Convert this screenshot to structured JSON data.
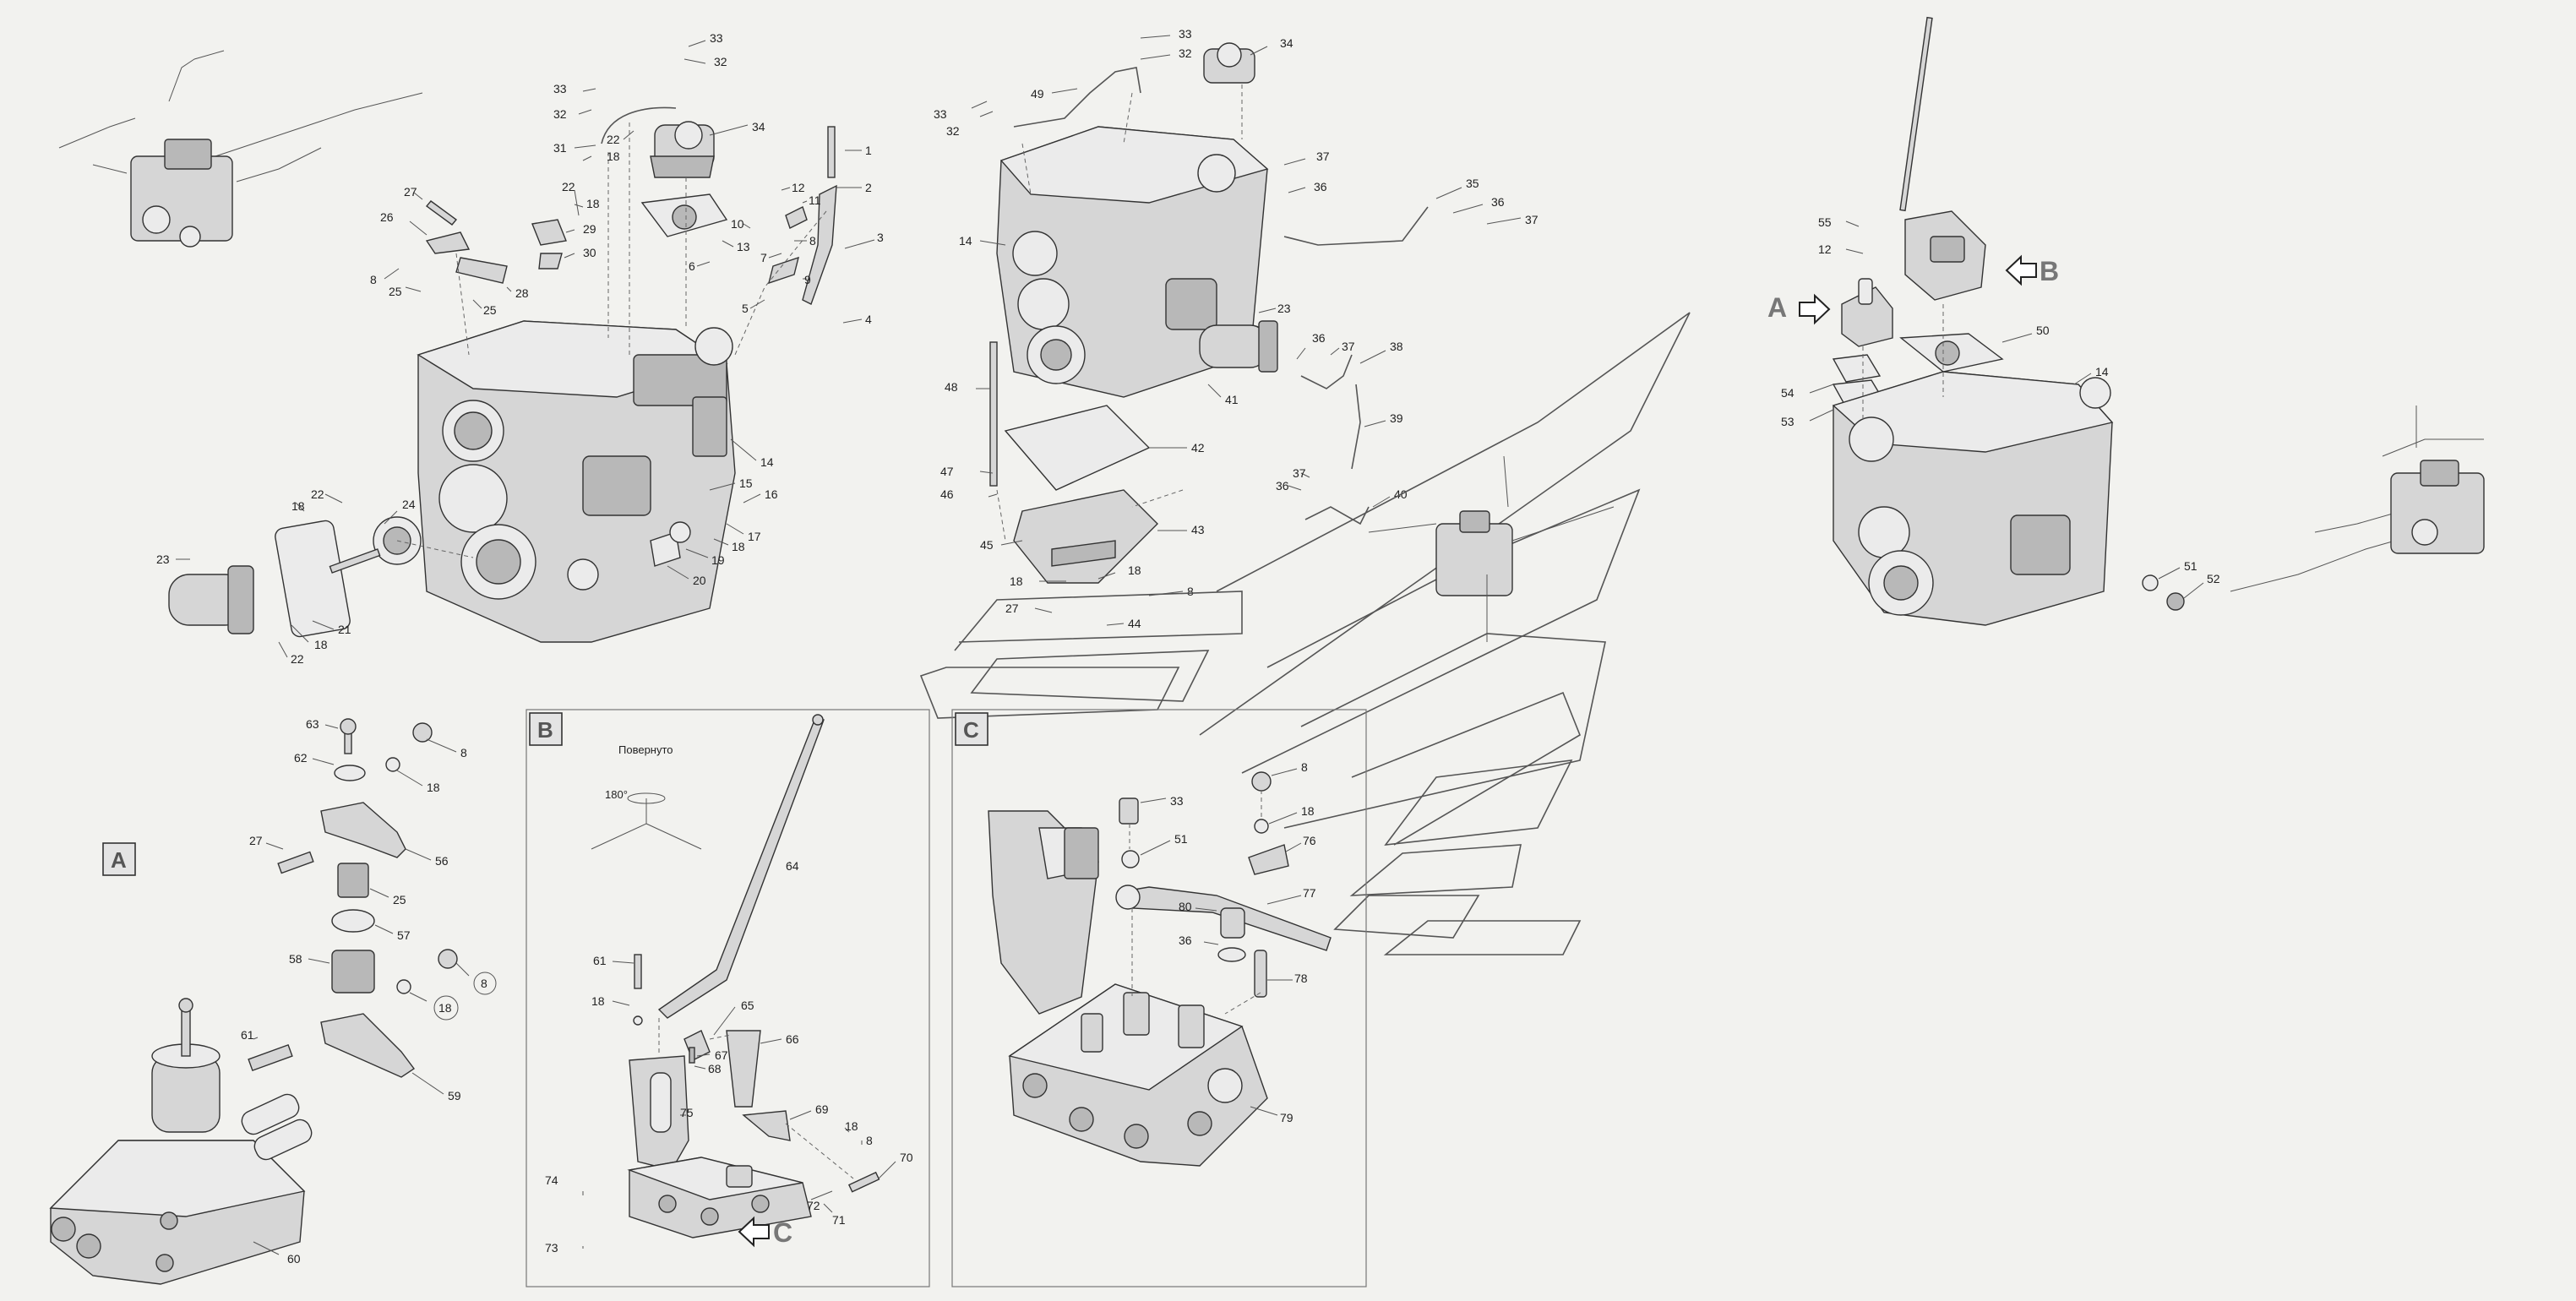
{
  "section_tags": {
    "a": "A",
    "b": "B",
    "c": "C"
  },
  "callouts": {
    "a": "A",
    "b": "B",
    "c": "C"
  },
  "rotation_note": {
    "label": "Повернуто",
    "angle": "180°"
  },
  "labels": {
    "p1": {
      "n1": "1",
      "n2": "2",
      "n3": "3",
      "n4": "4",
      "n5": "5",
      "n6": "6",
      "n7": "7",
      "n8": "8",
      "n8b": "8",
      "n9": "9",
      "n10": "10",
      "n11": "11",
      "n12": "12",
      "n13": "13",
      "n14": "14",
      "n15": "15",
      "n16": "16",
      "n17": "17",
      "n18a": "18",
      "n18b": "18",
      "n18c": "18",
      "n18d": "18",
      "n18e": "18",
      "n19": "19",
      "n20": "20",
      "n21": "21",
      "n22a": "22",
      "n22b": "22",
      "n22c": "22",
      "n22d": "22",
      "n23": "23",
      "n24": "24",
      "n25a": "25",
      "n25b": "25",
      "n26": "26",
      "n27": "27",
      "n28": "28",
      "n29": "29",
      "n30": "30",
      "n31": "31",
      "n32a": "32",
      "n32b": "32",
      "n33a": "33",
      "n33b": "33",
      "n34": "34"
    },
    "p2": {
      "n14": "14",
      "n18a": "18",
      "n18b": "18",
      "n23": "23",
      "n27": "27",
      "n32a": "32",
      "n32b": "32",
      "n33a": "33",
      "n33b": "33",
      "n34": "34",
      "n35": "35",
      "n36a": "36",
      "n36b": "36",
      "n36c": "36",
      "n36d": "36",
      "n37a": "37",
      "n37b": "37",
      "n37c": "37",
      "n37d": "37",
      "n38": "38",
      "n39": "39",
      "n40": "40",
      "n41": "41",
      "n42": "42",
      "n43": "43",
      "n44": "44",
      "n45": "45",
      "n46": "46",
      "n47": "47",
      "n48": "48",
      "n49": "49",
      "n8": "8"
    },
    "p3": {
      "n12": "12",
      "n14": "14",
      "n50": "50",
      "n51": "51",
      "n52": "52",
      "n53": "53",
      "n54": "54",
      "n55": "55"
    },
    "a": {
      "n8a": "8",
      "n8b": "8",
      "n18a": "18",
      "n18b": "18",
      "n25": "25",
      "n27": "27",
      "n56": "56",
      "n57": "57",
      "n58": "58",
      "n59": "59",
      "n60": "60",
      "n61": "61",
      "n62": "62",
      "n63": "63"
    },
    "b": {
      "n8": "8",
      "n18a": "18",
      "n18b": "18",
      "n61": "61",
      "n64": "64",
      "n65": "65",
      "n66": "66",
      "n67": "67",
      "n68": "68",
      "n69": "69",
      "n70": "70",
      "n71": "71",
      "n72": "72",
      "n73": "73",
      "n74": "74",
      "n75": "75"
    },
    "c": {
      "n8": "8",
      "n18": "18",
      "n33": "33",
      "n36": "36",
      "n51": "51",
      "n76": "76",
      "n77": "77",
      "n78": "78",
      "n79": "79",
      "n80": "80"
    }
  }
}
